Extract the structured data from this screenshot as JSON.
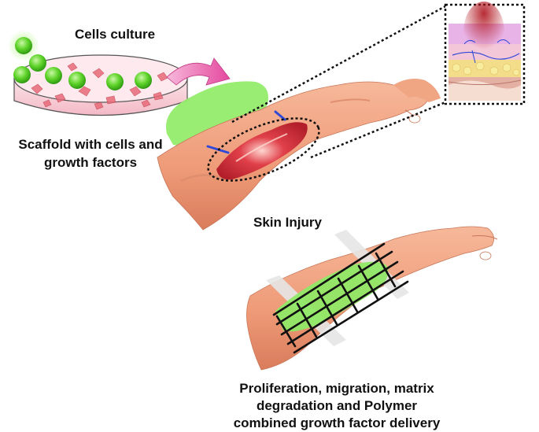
{
  "labels": {
    "cells_culture": "Cells culture",
    "scaffold_line1": "Scaffold with cells and",
    "scaffold_line2": "growth factors",
    "skin_injury": "Skin Injury",
    "bottom_line1": "Proliferation, migration, matrix",
    "bottom_line2": "degradation and Polymer",
    "bottom_line3": "combined growth factor delivery"
  },
  "colors": {
    "cell_green": "#5fd42a",
    "scaffold_green": "#8fe866",
    "arrow_pink": "#ee5fae",
    "skin": "#f0a583",
    "wound_red": "#d8343a",
    "suture_blue": "#2f49d6"
  },
  "icons": [
    "petri-dish-icon",
    "curved-arrow-icon",
    "skin-layers-inset-icon",
    "mesh-scaffold-icon"
  ]
}
